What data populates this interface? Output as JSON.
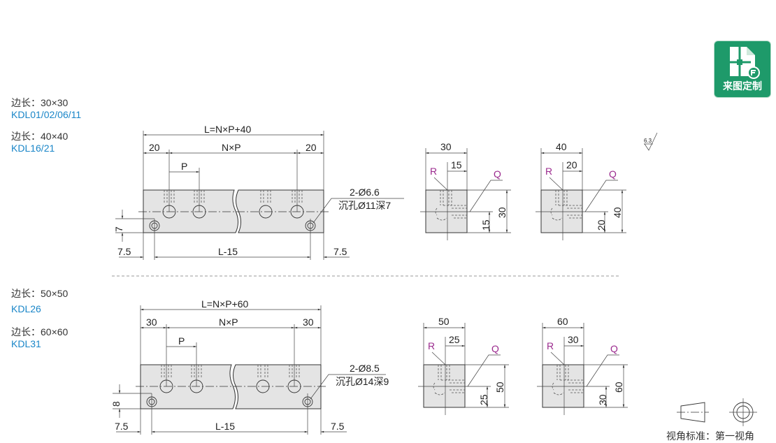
{
  "specs": [
    {
      "size": "边长：30×30",
      "models": "KDL01/02/06/11"
    },
    {
      "size": "边长：40×40",
      "models": "KDL16/21"
    },
    {
      "size": "边长：50×50",
      "models": "KDL26"
    },
    {
      "size": "边长：60×60",
      "models": "KDL31"
    }
  ],
  "badge": {
    "label": "来图定制",
    "icon": "drawing-custom-icon"
  },
  "roughness": "6.3",
  "row1": {
    "total": "L=N×P+40",
    "end_left": "20",
    "pitch_total": "N×P",
    "end_right": "20",
    "pitch": "P",
    "hole_spec": "2-Ø6.6",
    "counterbore": "沉孔Ø11深7",
    "edge": "7",
    "left_offset": "7.5",
    "mount_span": "L-15",
    "right_offset": "7.5",
    "side_views": [
      {
        "width": "30",
        "half": "15",
        "height": "30",
        "center": "15",
        "r": "R",
        "q": "Q"
      },
      {
        "width": "40",
        "half": "20",
        "height": "40",
        "center": "20",
        "r": "R",
        "q": "Q"
      }
    ]
  },
  "row2": {
    "total": "L=N×P+60",
    "end_left": "30",
    "pitch_total": "N×P",
    "end_right": "30",
    "pitch": "P",
    "hole_spec": "2-Ø8.5",
    "counterbore": "沉孔Ø14深9",
    "edge": "8",
    "left_offset": "7.5",
    "mount_span": "L-15",
    "right_offset": "7.5",
    "side_views": [
      {
        "width": "50",
        "half": "25",
        "height": "50",
        "center": "25",
        "r": "R",
        "q": "Q"
      },
      {
        "width": "60",
        "half": "30",
        "height": "60",
        "center": "30",
        "r": "R",
        "q": "Q"
      }
    ]
  },
  "projection": {
    "label": "视角标准：第一视角"
  },
  "colors": {
    "model": "#1a86c8",
    "badge": "#1e9a6a",
    "label_purple": "#9b2a8e"
  }
}
